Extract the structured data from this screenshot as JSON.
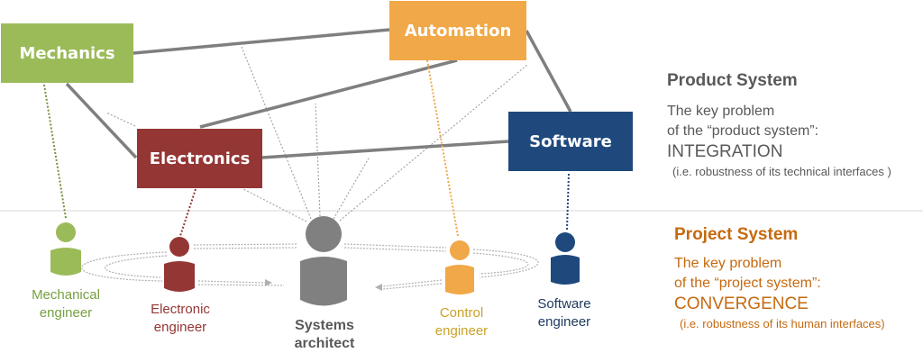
{
  "colors": {
    "mechanics": "#9bbb59",
    "electronics": "#943634",
    "automation": "#f0a848",
    "software": "#1f497d",
    "architect": "#808080",
    "control_text": "#c9a227",
    "product_text": "#595959",
    "project_text": "#c56a10",
    "connector": "#7f7f7f"
  },
  "domains": [
    {
      "id": "mechanics",
      "label": "Mechanics"
    },
    {
      "id": "automation",
      "label": "Automation"
    },
    {
      "id": "electronics",
      "label": "Electronics"
    },
    {
      "id": "software",
      "label": "Software"
    }
  ],
  "people": [
    {
      "id": "mechanical",
      "label_line1": "Mechanical",
      "label_line2": "engineer"
    },
    {
      "id": "electronic",
      "label_line1": "Electronic",
      "label_line2": "engineer"
    },
    {
      "id": "architect",
      "label_line1": "Systems",
      "label_line2": "architect"
    },
    {
      "id": "control",
      "label_line1": "Control",
      "label_line2": "engineer"
    },
    {
      "id": "software",
      "label_line1": "Software",
      "label_line2": "engineer"
    }
  ],
  "product_system": {
    "title": "Product System",
    "line1": "The key problem",
    "line2": "of the “product system”:",
    "keyword": "INTEGRATION",
    "note": "(i.e. robustness of its technical interfaces )"
  },
  "project_system": {
    "title": "Project System",
    "line1": "The key problem",
    "line2": "of the “project system”:",
    "keyword": "CONVERGENCE",
    "note": "(i.e. robustness of its human interfaces)"
  }
}
